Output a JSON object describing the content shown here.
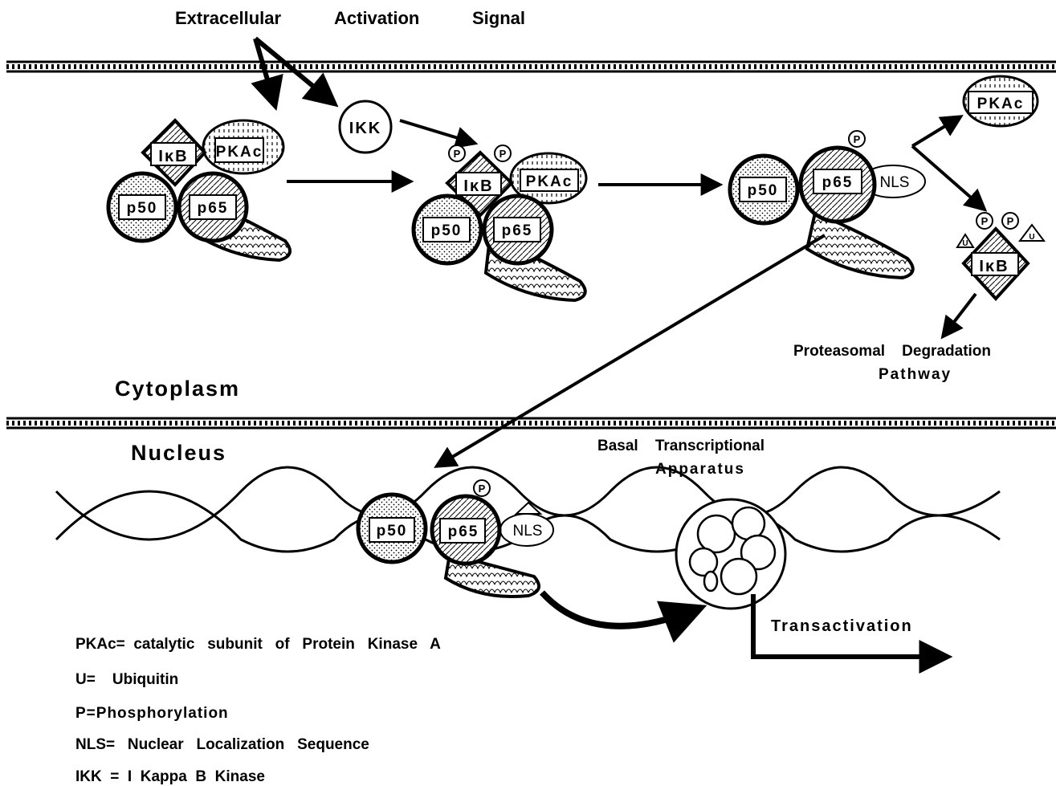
{
  "header": {
    "signal_word1": "Extracellular",
    "signal_word2": "Activation",
    "signal_word3": "Signal"
  },
  "compartments": {
    "cytoplasm": "Cytoplasm",
    "nucleus": "Nucleus"
  },
  "molecules": {
    "p50": "p50",
    "p65": "p65",
    "ikb": "IκB",
    "pkac": "PKAc",
    "ikk": "IKK",
    "nls": "NLS",
    "phospho": "P",
    "ubiquitin": "U"
  },
  "labels": {
    "proteasomal_line1": "Proteasomal    Degradation",
    "proteasomal_line2": "Pathway",
    "basal_line1": "Basal    Transcriptional",
    "basal_line2": "Apparatus",
    "transactivation": "Transactivation"
  },
  "legend": [
    "PKAc=  catalytic   subunit   of   Protein   Kinase   A",
    "U=    Ubiquitin",
    "P=Phosphorylation",
    "NLS=   Nuclear   Localization   Sequence",
    "IKK  =  I  Kappa  B  Kinase"
  ],
  "colors": {
    "ink": "#000000",
    "background": "#ffffff"
  }
}
